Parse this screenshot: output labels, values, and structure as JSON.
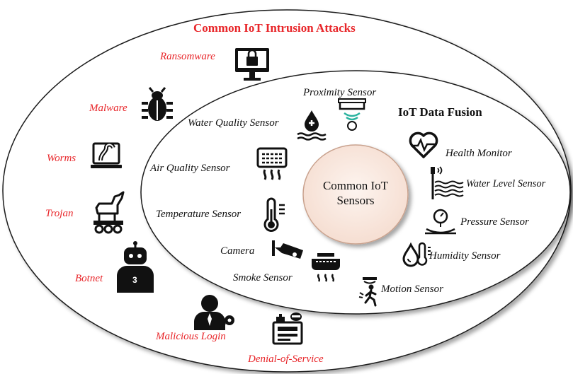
{
  "outer_title": "Common IoT Intrusion Attacks",
  "inner_title": "IoT Data Fusion",
  "center": {
    "line1": "Common IoT",
    "line2": "Sensors"
  },
  "attacks": {
    "ransomware": "Ransomware",
    "malware": "Malware",
    "worms": "Worms",
    "trojan": "Trojan",
    "botnet": "Botnet",
    "malicious_login": "Malicious Login",
    "dos": "Denial-of-Service"
  },
  "sensors": {
    "proximity": "Proximity Sensor",
    "water_quality": "Water Quality Sensor",
    "air_quality": "Air Quality Sensor",
    "temperature": "Temperature Sensor",
    "camera": "Camera",
    "smoke": "Smoke Sensor",
    "motion": "Motion Sensor",
    "humidity": "Humidity Sensor",
    "pressure": "Pressure Sensor",
    "water_level": "Water Level Sensor",
    "health": "Health Monitor"
  },
  "colors": {
    "attack_text": "#e8262a",
    "center_fill": "#f8e6de",
    "center_stroke": "#c9a28e",
    "ellipse_stroke": "#1a1a1a"
  }
}
